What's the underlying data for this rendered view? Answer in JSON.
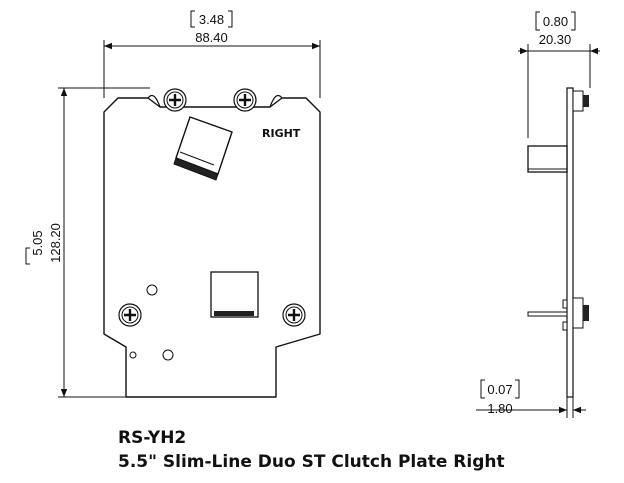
{
  "front_view": {
    "width_in": "3.48",
    "width_mm": "88.40",
    "height_in": "5.05",
    "height_mm": "128.20",
    "side_label": "RIGHT"
  },
  "side_view": {
    "depth_in": "0.80",
    "depth_mm": "20.30",
    "plate_thickness_in": "0.07",
    "plate_thickness_mm": "1.80"
  },
  "caption": {
    "model": "RS-YH2",
    "description": "5.5\" Slim-Line Duo ST Clutch Plate Right"
  }
}
